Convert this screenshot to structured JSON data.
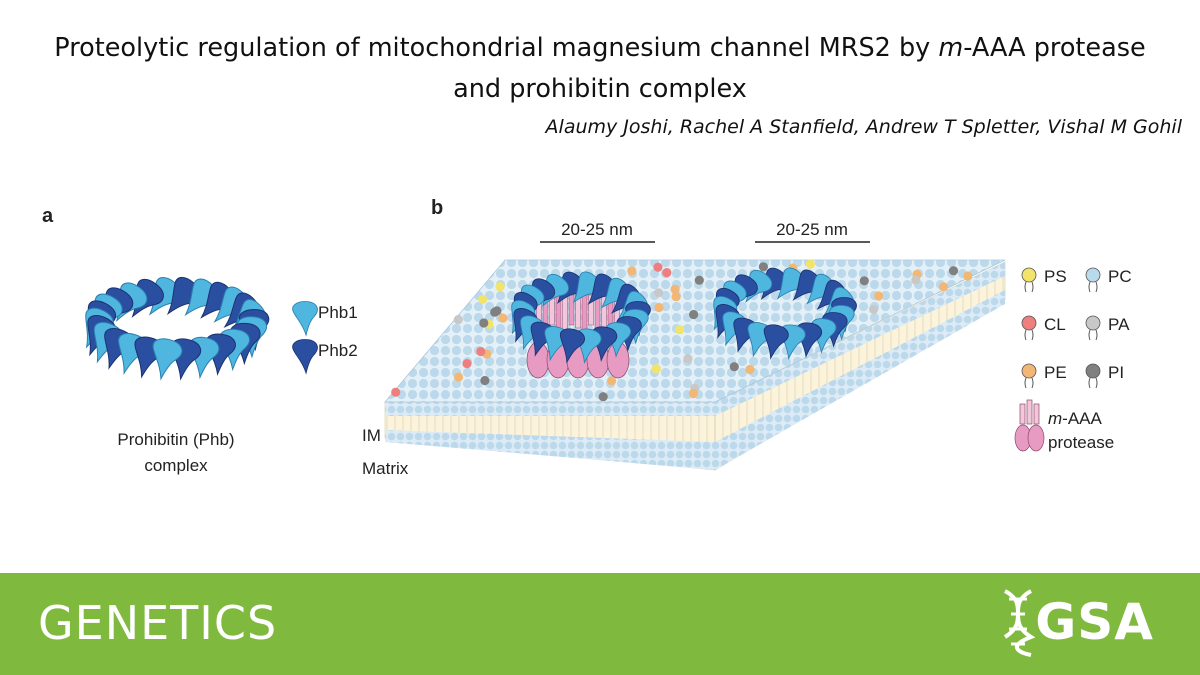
{
  "header": {
    "title_part1": "Proteolytic regulation of mitochondrial magnesium channel MRS2 by ",
    "title_italic": "m",
    "title_part2": "-AAA protease",
    "title_line2": "and prohibitin complex",
    "authors": "Alaumy Joshi, Rachel A Stanfield, Andrew T Spletter, Vishal M Gohil"
  },
  "figure": {
    "panel_a": {
      "label": "a",
      "legend_phb1": "Phb1",
      "legend_phb2": "Phb2",
      "caption_line1": "Prohibitin (Phb)",
      "caption_line2": "complex"
    },
    "panel_b": {
      "label": "b",
      "scale_left": "20-25 nm",
      "scale_right": "20-25 nm",
      "label_im": "IM",
      "label_matrix": "Matrix",
      "legend": {
        "ps": "PS",
        "pc": "PC",
        "cl": "CL",
        "pa": "PA",
        "pe": "PE",
        "pi": "PI",
        "maaa_italic": "m",
        "maaa_rest": "-AAA",
        "protease": "protease"
      }
    }
  },
  "colors": {
    "phb1": "#4fb6e0",
    "phb2": "#2b4fa0",
    "membrane_head": "#b9d9ec",
    "protease": "#e79ac2",
    "ps": "#f2e46a",
    "pc": "#b9d9ec",
    "cl": "#ee7f7f",
    "pa": "#c8c8c8",
    "pe": "#f2b774",
    "pi": "#808080",
    "footer": "#7fb93d"
  },
  "footer": {
    "journal": "GENETICS",
    "logo_text": "GSA"
  }
}
